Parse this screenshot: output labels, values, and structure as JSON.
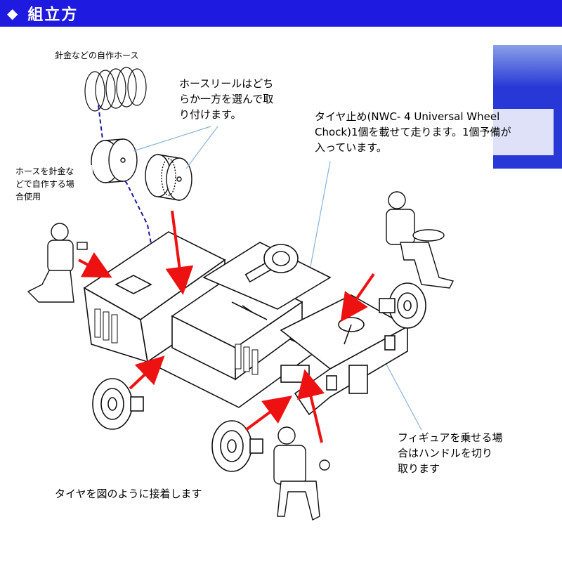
{
  "header": {
    "title": "組立方",
    "bullet_icon": "diamond-icon",
    "color": "#1f1ae0"
  },
  "labels": {
    "wire_hose": "針金などの自作ホース",
    "hose_wire_use": "ホースを針金な\nどで自作する場\n合使用",
    "hose_reel": "ホースリールはどち\nらか一方を選んで取\nり付けます。",
    "wheel_chock": "タイヤ止め(NWC- 4 Universal Wheel\nChock)1個を載せて走ります。1個予備が\n入っています。",
    "figure_handle": "フィギュアを乗せる場\n合はハンドルを切り\n取ります",
    "tire_glue": "タイヤを図のように接着します"
  },
  "colors": {
    "arrow": "#ee1111",
    "leader": "#8ab4d8",
    "dashed_hose": "#1a1aa0",
    "lines": "#111111"
  }
}
